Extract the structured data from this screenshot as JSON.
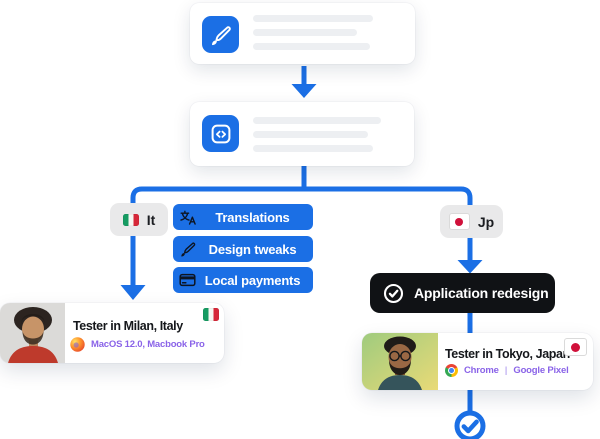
{
  "colors": {
    "accent_blue": "#1B6FE5",
    "pill_black": "#101215",
    "device_purple": "#8A63E8",
    "badge_gray": "#E9E9EA",
    "skeleton_gray": "#EDEFF2"
  },
  "workflow": {
    "step1": {
      "icon": "paintbrush-icon"
    },
    "step2": {
      "icon": "code-brackets-icon"
    }
  },
  "branches": {
    "italy": {
      "badge_label": "It",
      "badge_flag": "italy-flag",
      "tasks": [
        {
          "icon": "translate-icon",
          "label": "Translations"
        },
        {
          "icon": "brush-icon",
          "label": "Design tweaks"
        },
        {
          "icon": "credit-card-icon",
          "label": "Local payments"
        }
      ],
      "tester": {
        "title": "Tester in Milan, Italy",
        "browser_icon": "firefox-icon",
        "device": "MacOS 12.0, Macbook Pro",
        "flag": "italy-flag"
      }
    },
    "japan": {
      "badge_label": "Jp",
      "badge_flag": "japan-flag",
      "task_pill": {
        "icon": "check-circle-icon",
        "label": "Application redesign"
      },
      "tester": {
        "title": "Tester in Tokyo, Japan",
        "browser_icon": "chrome-icon",
        "browser": "Chrome",
        "separator": "|",
        "device": "Google Pixel",
        "flag": "japan-flag"
      },
      "end_icon": "check-circle-icon"
    }
  }
}
